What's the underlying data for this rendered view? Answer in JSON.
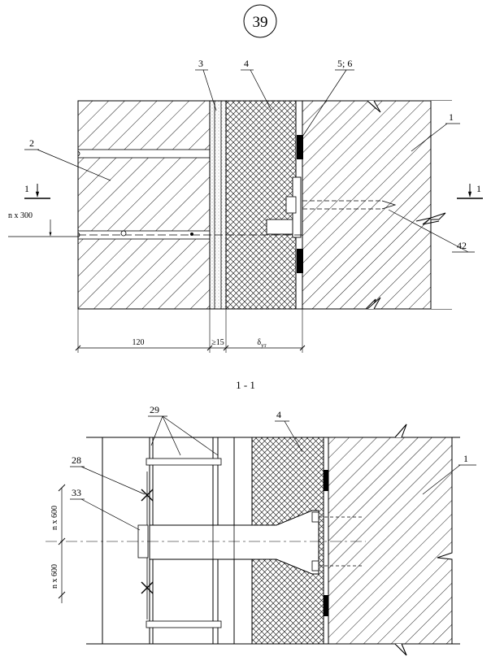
{
  "page_number": "39",
  "top_view": {
    "callouts": {
      "wall": "1",
      "brick": "2",
      "air_gap": "3",
      "insulation": "4",
      "seal": "5; 6",
      "anchor": "42"
    },
    "section_mark_left": "1",
    "section_mark_right": "1",
    "pitch_label": "n x 300",
    "dimensions": {
      "brick_width": "120",
      "gap_width": "≥15",
      "insulation_thickness_base": "δ",
      "insulation_thickness_sub": "ут"
    }
  },
  "section_title": "1 - 1",
  "section_view": {
    "callouts": {
      "wall": "1",
      "insulation": "4",
      "ties": "29",
      "mesh": "28",
      "plate": "33"
    },
    "pitch_label_upper": "n x 600",
    "pitch_label_lower": "n x 600"
  }
}
